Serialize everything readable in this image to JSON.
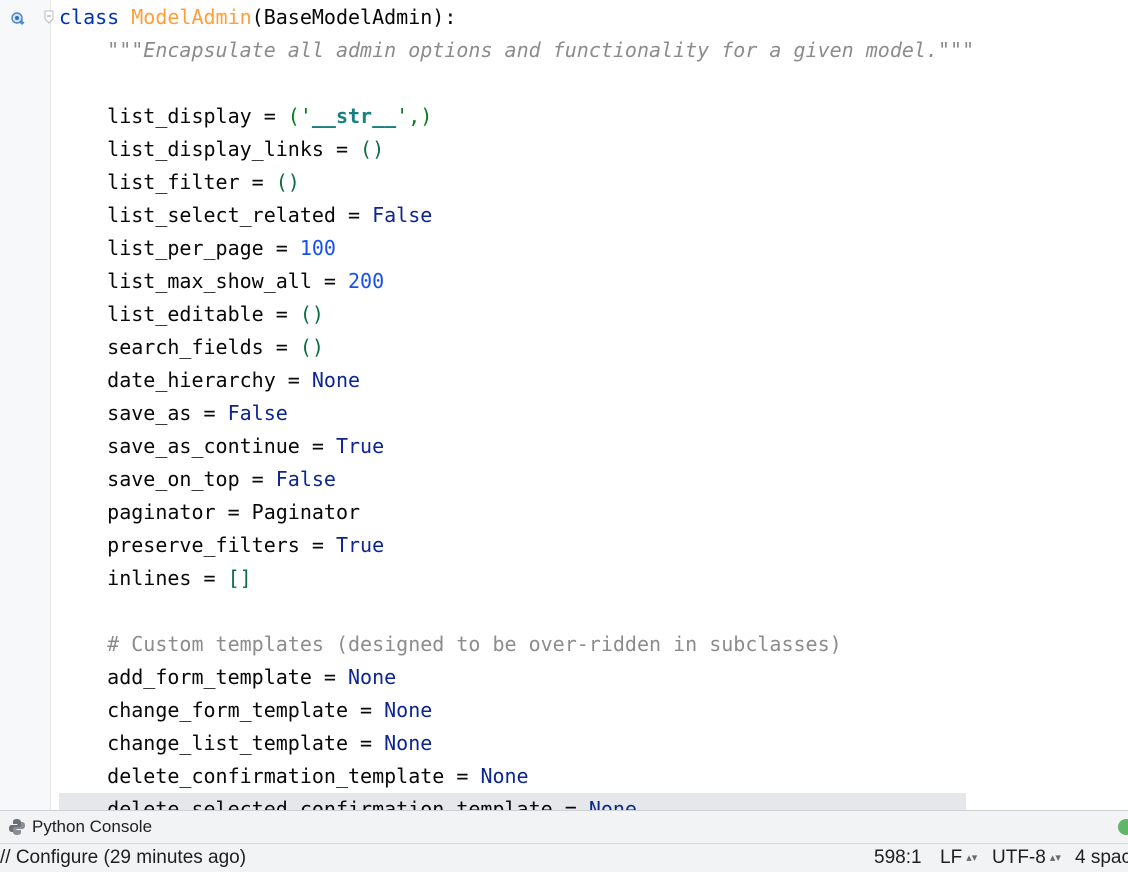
{
  "editor": {
    "lines": [
      {
        "segments": [
          {
            "t": "class ",
            "c": "kw"
          },
          {
            "t": "ModelAdmin",
            "c": "cls"
          },
          {
            "t": "(BaseModelAdmin):",
            "c": ""
          }
        ]
      },
      {
        "segments": [
          {
            "t": "    ",
            "c": ""
          },
          {
            "t": "\"\"\"Encapsulate all admin options and functionality for a given model.\"\"\"",
            "c": "doc"
          }
        ]
      },
      {
        "segments": []
      },
      {
        "segments": [
          {
            "t": "    list_display = ",
            "c": ""
          },
          {
            "t": "('",
            "c": "str"
          },
          {
            "t": "__str__",
            "c": "dunder"
          },
          {
            "t": "',)",
            "c": "str"
          }
        ]
      },
      {
        "segments": [
          {
            "t": "    list_display_links = ",
            "c": ""
          },
          {
            "t": "()",
            "c": "paren"
          }
        ]
      },
      {
        "segments": [
          {
            "t": "    list_filter = ",
            "c": ""
          },
          {
            "t": "()",
            "c": "paren"
          }
        ]
      },
      {
        "segments": [
          {
            "t": "    list_select_related = ",
            "c": ""
          },
          {
            "t": "False",
            "c": "const"
          }
        ]
      },
      {
        "segments": [
          {
            "t": "    list_per_page = ",
            "c": ""
          },
          {
            "t": "100",
            "c": "num"
          }
        ]
      },
      {
        "segments": [
          {
            "t": "    list_max_show_all = ",
            "c": ""
          },
          {
            "t": "200",
            "c": "num"
          }
        ]
      },
      {
        "segments": [
          {
            "t": "    list_editable = ",
            "c": ""
          },
          {
            "t": "()",
            "c": "paren"
          }
        ]
      },
      {
        "segments": [
          {
            "t": "    search_fields = ",
            "c": ""
          },
          {
            "t": "()",
            "c": "paren"
          }
        ]
      },
      {
        "segments": [
          {
            "t": "    date_hierarchy = ",
            "c": ""
          },
          {
            "t": "None",
            "c": "const"
          }
        ]
      },
      {
        "segments": [
          {
            "t": "    save_as = ",
            "c": ""
          },
          {
            "t": "False",
            "c": "const"
          }
        ]
      },
      {
        "segments": [
          {
            "t": "    save_as_continue = ",
            "c": ""
          },
          {
            "t": "True",
            "c": "const"
          }
        ]
      },
      {
        "segments": [
          {
            "t": "    save_on_top = ",
            "c": ""
          },
          {
            "t": "False",
            "c": "const"
          }
        ]
      },
      {
        "segments": [
          {
            "t": "    paginator = Paginator",
            "c": ""
          }
        ]
      },
      {
        "segments": [
          {
            "t": "    preserve_filters = ",
            "c": ""
          },
          {
            "t": "True",
            "c": "const"
          }
        ]
      },
      {
        "segments": [
          {
            "t": "    inlines = ",
            "c": ""
          },
          {
            "t": "[]",
            "c": "paren"
          }
        ]
      },
      {
        "segments": []
      },
      {
        "segments": [
          {
            "t": "    # Custom templates (designed to be over-ridden in subclasses)",
            "c": "comment"
          }
        ]
      },
      {
        "segments": [
          {
            "t": "    add_form_template = ",
            "c": ""
          },
          {
            "t": "None",
            "c": "const"
          }
        ]
      },
      {
        "segments": [
          {
            "t": "    change_form_template = ",
            "c": ""
          },
          {
            "t": "None",
            "c": "const"
          }
        ]
      },
      {
        "segments": [
          {
            "t": "    change_list_template = ",
            "c": ""
          },
          {
            "t": "None",
            "c": "const"
          }
        ]
      },
      {
        "segments": [
          {
            "t": "    delete_confirmation_template = ",
            "c": ""
          },
          {
            "t": "None",
            "c": "const"
          }
        ]
      },
      {
        "segments": [
          {
            "t": "    delete_selected_confirmation_template = ",
            "c": ""
          },
          {
            "t": "None",
            "c": "const"
          }
        ],
        "current": true
      }
    ]
  },
  "gutter": {
    "icon": "implemented-method-icon",
    "fold_icon": "fold-marker-icon"
  },
  "toolwindow": {
    "label": "Python Console",
    "icon": "python-icon"
  },
  "statusbar": {
    "message": "// Configure (29 minutes ago)",
    "position": "598:1",
    "line_ending": "LF",
    "encoding": "UTF-8",
    "indent": "4 spac"
  },
  "colors": {
    "keyword": "#0033b3",
    "class_name": "#ff9f3a",
    "number": "#1750eb",
    "comment": "#8c8c8c"
  }
}
